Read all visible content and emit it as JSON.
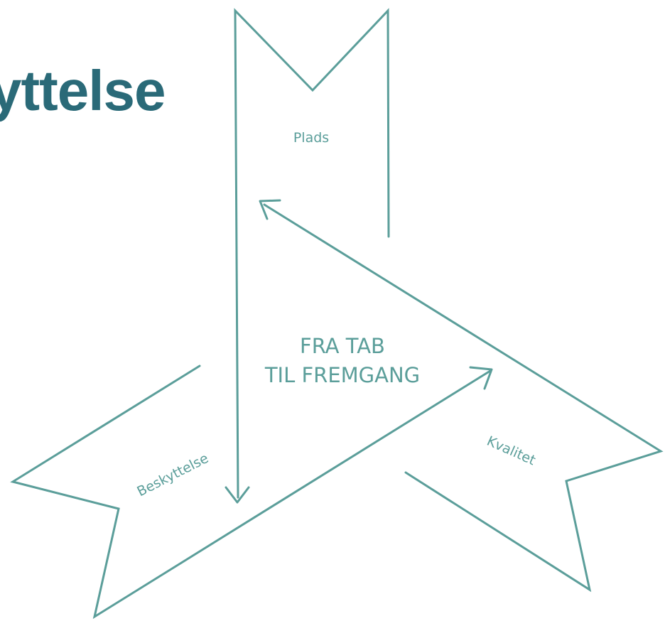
{
  "title": "yttelse",
  "diagram": {
    "center_line1": "FRA TAB",
    "center_line2": "TIL FREMGANG",
    "labels": {
      "plads": "Plads",
      "kvalitet": "Kvalitet",
      "beskyttelse": "Beskyttelse"
    },
    "stroke_color": "#5b9e9a",
    "title_color": "#2a6a78"
  }
}
